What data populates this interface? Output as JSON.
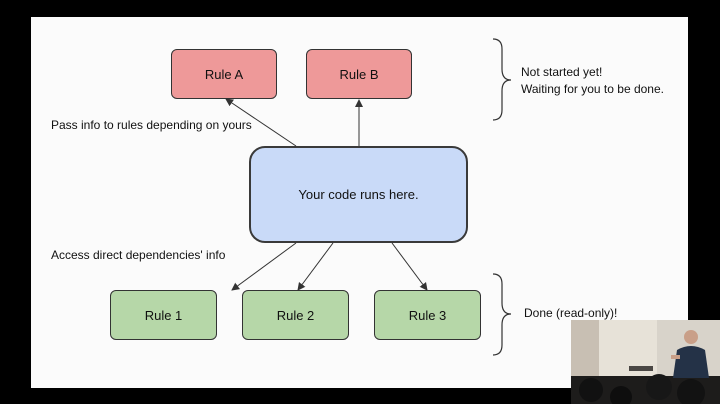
{
  "diagram": {
    "nodes": {
      "rule_a": "Rule A",
      "rule_b": "Rule B",
      "center": "Your code runs here.",
      "rule_1": "Rule 1",
      "rule_2": "Rule 2",
      "rule_3": "Rule 3"
    },
    "annotations": {
      "pass_info": "Pass info to rules depending on yours",
      "access_info": "Access direct dependencies' info",
      "not_started_line1": "Not started yet!",
      "not_started_line2": "Waiting for you to be done.",
      "done": "Done (read-only)!"
    },
    "colors": {
      "upstream": "#ee9999",
      "current": "#c9daf8",
      "downstream": "#b6d7a8"
    }
  },
  "video_overlay": {
    "type": "speaker camera thumbnail"
  }
}
